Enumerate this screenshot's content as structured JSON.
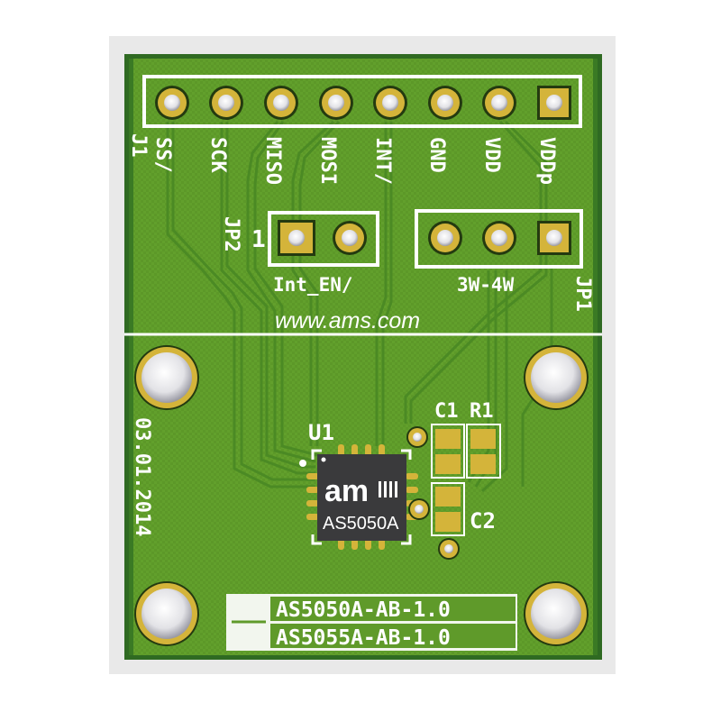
{
  "board": {
    "colors": {
      "substrate": "#5f9a2a",
      "edge": "#2f6a22",
      "trace": "#4a8226",
      "pad": "#d4b43a",
      "pad_dark": "#243a10",
      "hole": "#e8e8ec",
      "silkscreen": "#ffffff",
      "chip": "#3a3a3c"
    },
    "header_j1": {
      "ref": "J1",
      "pins": [
        {
          "label": "SS/"
        },
        {
          "label": "SCK"
        },
        {
          "label": "MISO"
        },
        {
          "label": "MOSI"
        },
        {
          "label": "INT/"
        },
        {
          "label": "GND"
        },
        {
          "label": "VDD"
        },
        {
          "label": "VDDp"
        }
      ]
    },
    "jumper_jp2": {
      "ref": "JP2",
      "pin1_marker": "1",
      "label": "Int_EN/"
    },
    "jumper_jp1": {
      "ref": "JP1",
      "label": "3W-4W"
    },
    "website": "www.ams.com",
    "date": "03.01.2014",
    "ic_u1": {
      "ref": "U1",
      "logo": "am",
      "part": "AS5050A"
    },
    "passives": {
      "c1": "C1",
      "r1": "R1",
      "c2": "C2"
    },
    "variants": [
      {
        "name": "AS5050A-AB-1.0"
      },
      {
        "name": "AS5055A-AB-1.0"
      }
    ]
  }
}
